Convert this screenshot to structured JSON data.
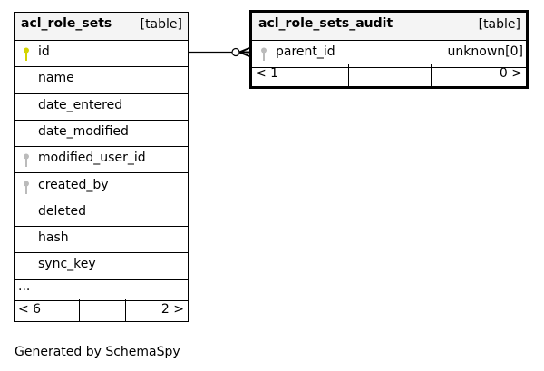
{
  "tables": [
    {
      "name": "acl_role_sets",
      "kind": "[table]",
      "columns": [
        {
          "name": "id",
          "key": "primary"
        },
        {
          "name": "name",
          "key": ""
        },
        {
          "name": "date_entered",
          "key": ""
        },
        {
          "name": "date_modified",
          "key": ""
        },
        {
          "name": "modified_user_id",
          "key": "foreign"
        },
        {
          "name": "created_by",
          "key": "foreign"
        },
        {
          "name": "deleted",
          "key": ""
        },
        {
          "name": "hash",
          "key": ""
        },
        {
          "name": "sync_key",
          "key": ""
        }
      ],
      "more": "...",
      "footer": {
        "left": "< 6",
        "right": "2 >"
      }
    },
    {
      "name": "acl_role_sets_audit",
      "kind": "[table]",
      "columns": [
        {
          "name": "parent_id",
          "type": "unknown[0]",
          "key": "foreign"
        }
      ],
      "footer": {
        "left": "< 1",
        "right": "0 >"
      }
    }
  ],
  "colors": {
    "primary_key": "#d4d400",
    "foreign_key": "#bbbbbb",
    "header_bg": "#f4f4f4"
  },
  "credit": "Generated by SchemaSpy"
}
